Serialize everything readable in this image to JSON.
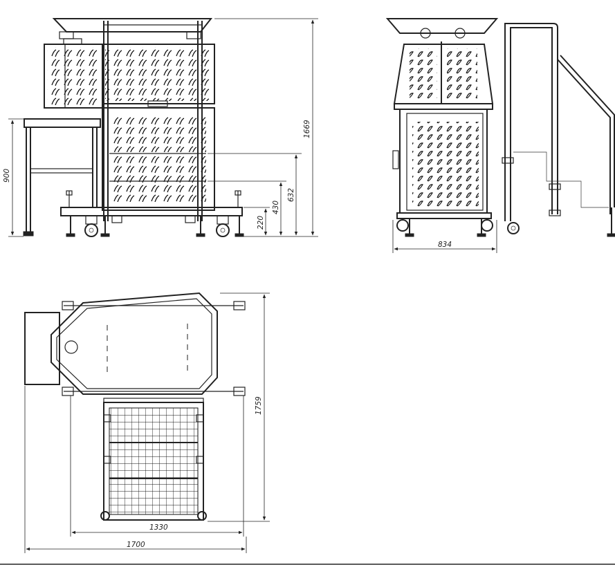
{
  "dimensions": {
    "front_total_height": "1669",
    "table_height": "900",
    "front_h632": "632",
    "front_h430": "430",
    "front_h220": "220",
    "side_width": "834",
    "top_depth": "1759",
    "top_width_inner": "1330",
    "top_width_total": "1700"
  },
  "views": [
    "front-view",
    "side-view",
    "top-view"
  ]
}
